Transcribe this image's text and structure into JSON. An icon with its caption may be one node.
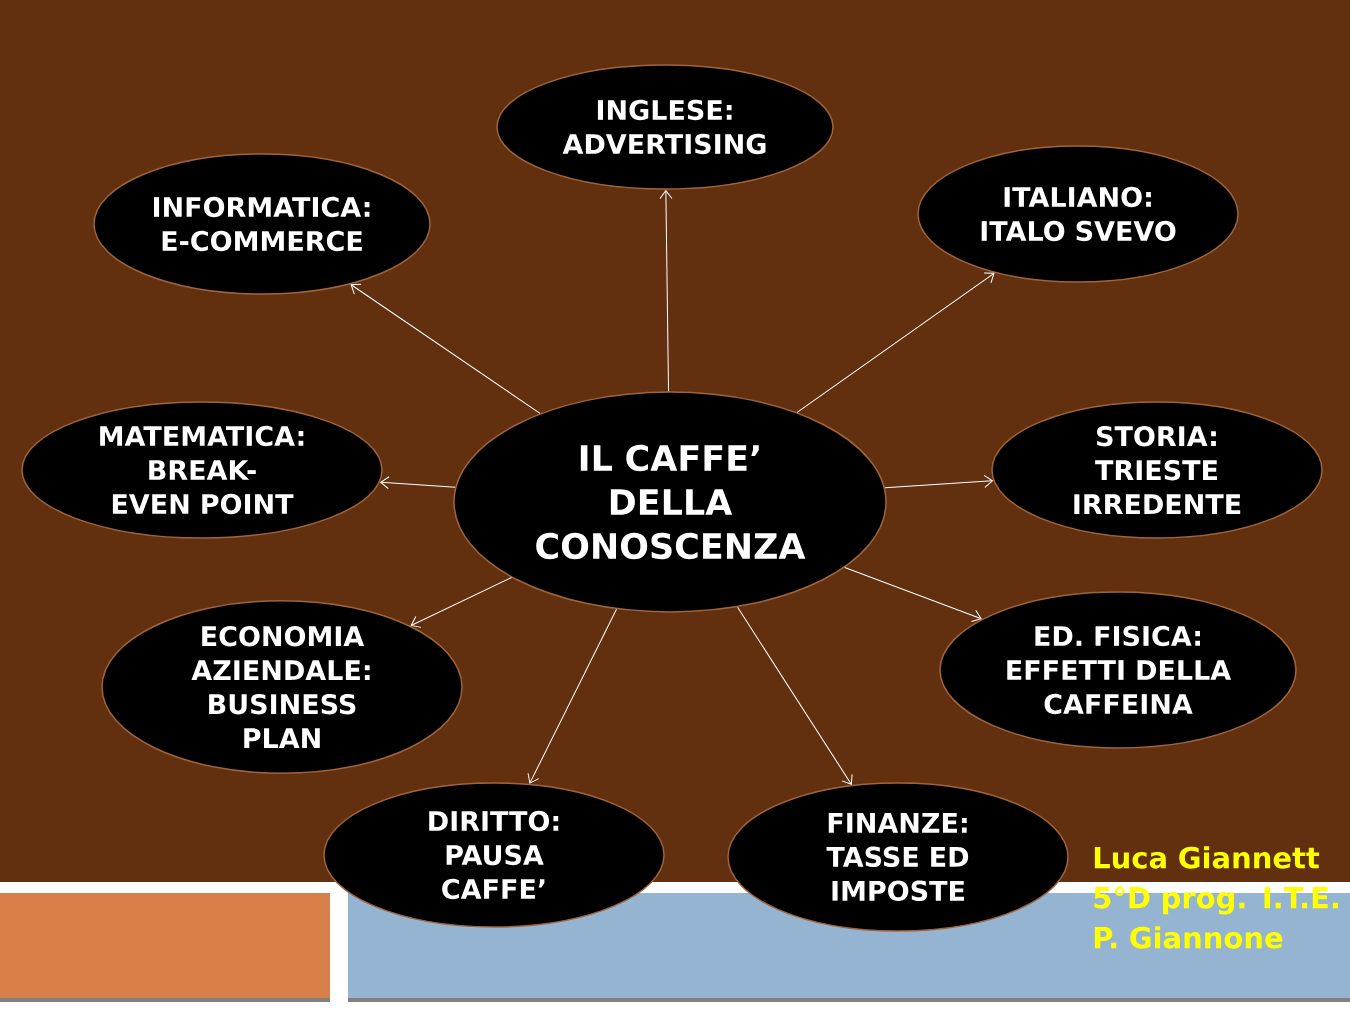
{
  "diagram": {
    "nodes": [
      {
        "text": [
          "IL CAFFE’ DELLA CONOSCENZA"
        ]
      },
      {
        "text": [
          "INGLESE: ADVERTISING"
        ]
      },
      {
        "text": [
          "INFORMATICA: E-COMMERCE"
        ]
      },
      {
        "text": [
          "ITALIANO: ITALO SVEVO"
        ]
      },
      {
        "text": [
          "MATEMATICA: BREAK-EVEN POINT"
        ]
      },
      {
        "text": [
          "STORIA: TRIESTE IRREDENTE"
        ]
      },
      {
        "text": [
          "ECONOMIA AZIENDALE: BUSINESS PLAN"
        ]
      },
      {
        "text": [
          "ED. FISICA: EFFETTI DELLA CAFFEINA"
        ]
      },
      {
        "text": [
          "DIRITTO: PAUSA CAFFE’"
        ]
      },
      {
        "text": [
          "FINANZE: TASSE ED IMPOSTE"
        ]
      }
    ],
    "edges": [
      {
        "from": 0,
        "to": 1,
        "arrow": "to"
      },
      {
        "from": 0,
        "to": 2,
        "arrow": "to"
      },
      {
        "from": 0,
        "to": 3,
        "arrow": "to"
      },
      {
        "from": 0,
        "to": 4,
        "arrow": "to"
      },
      {
        "from": 0,
        "to": 5,
        "arrow": "to"
      },
      {
        "from": 0,
        "to": 6,
        "arrow": "to"
      },
      {
        "from": 0,
        "to": 7,
        "arrow": "to"
      },
      {
        "from": 0,
        "to": 8,
        "arrow": "to"
      },
      {
        "from": 0,
        "to": 9,
        "arrow": "to"
      }
    ],
    "labels": [
      "Luca Giannett 5°D prog. I.T.E. P. Giannone"
    ]
  }
}
